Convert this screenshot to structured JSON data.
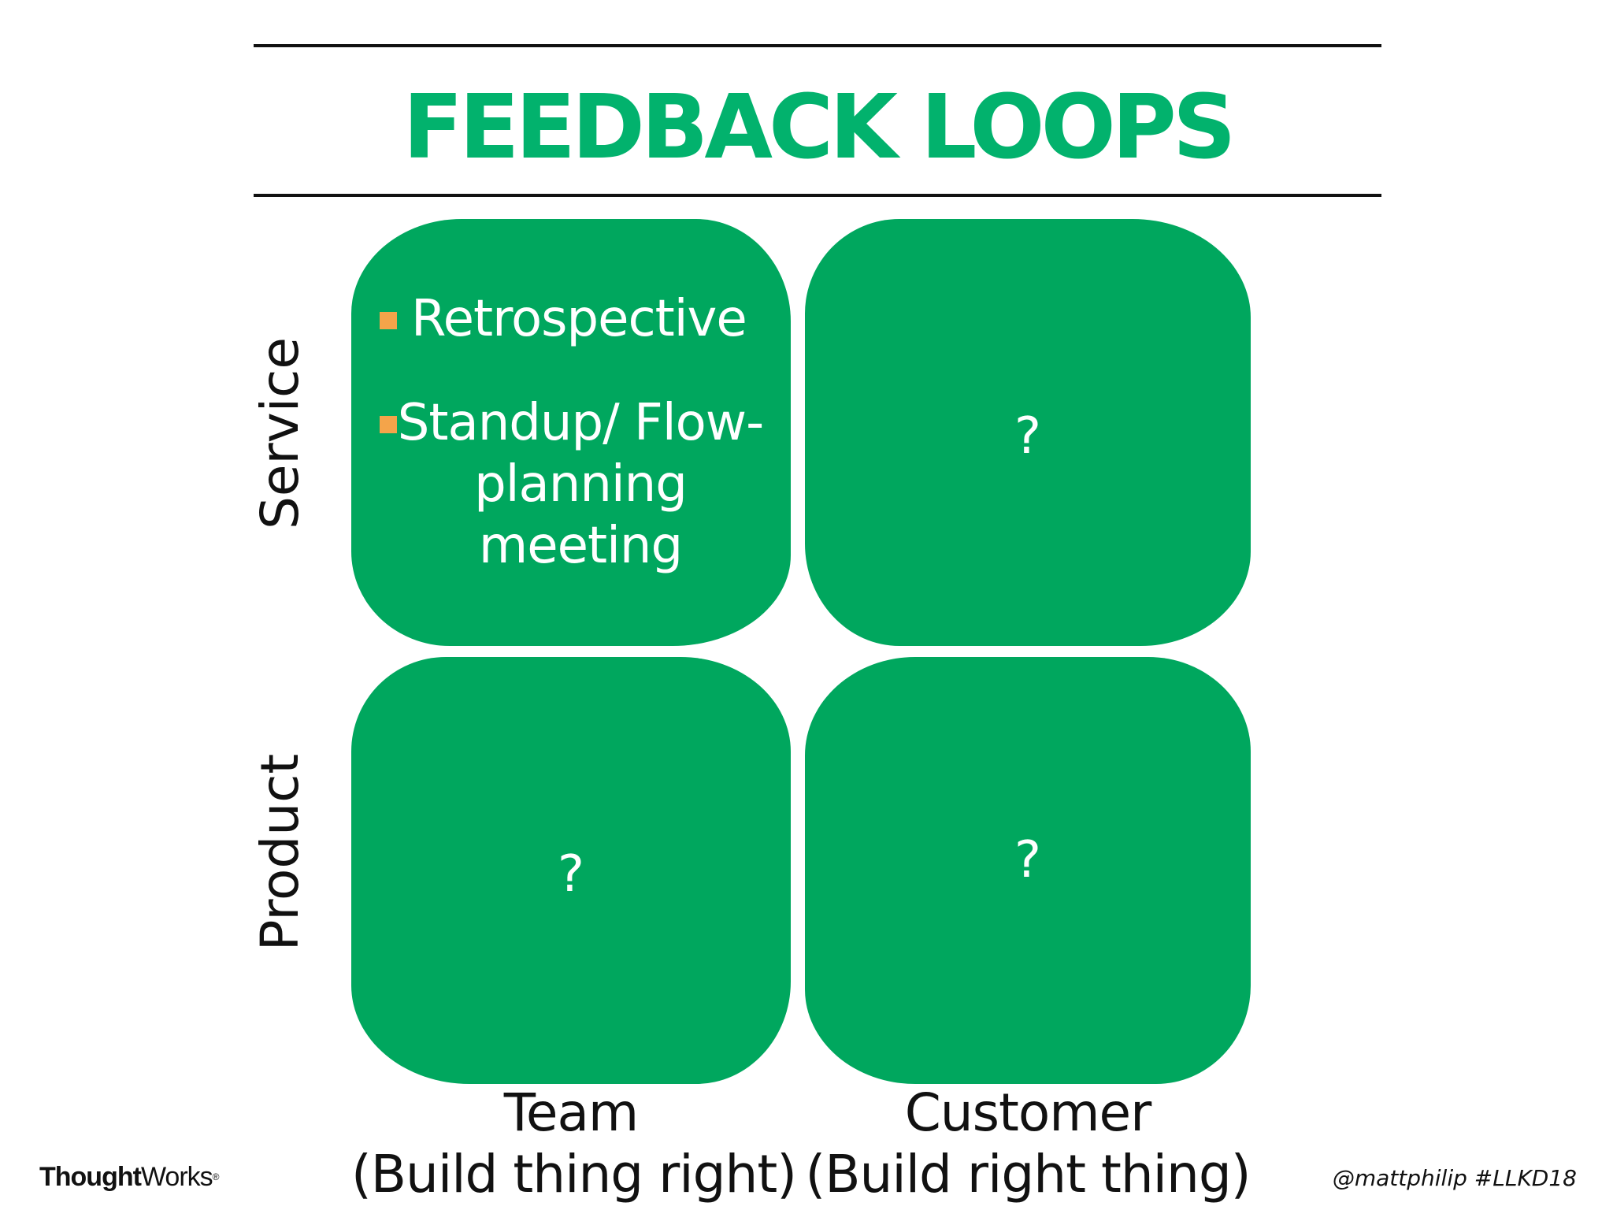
{
  "title": "FEEDBACK LOOPS",
  "rows": {
    "service": "Service",
    "product": "Product"
  },
  "columns": {
    "team": {
      "line1": "Team",
      "line2": "(Build thing right)"
    },
    "customer": {
      "line1": "Customer",
      "line2": "(Build right thing)"
    }
  },
  "quadrants": {
    "team_service": {
      "bullets": [
        "Retrospective",
        "Standup/ Flow-planning meeting"
      ]
    },
    "customer_service": {
      "text": "?"
    },
    "team_product": {
      "text": "?"
    },
    "customer_product": {
      "text": "?"
    }
  },
  "footer": {
    "logo_bold": "Thought",
    "logo_regular": "Works",
    "logo_mark": "®",
    "handle": "@mattphilip #LLKD18"
  },
  "colors": {
    "title_green": "#02b26d",
    "box_green": "#00a75e",
    "bullet_orange": "#f4a44a"
  }
}
